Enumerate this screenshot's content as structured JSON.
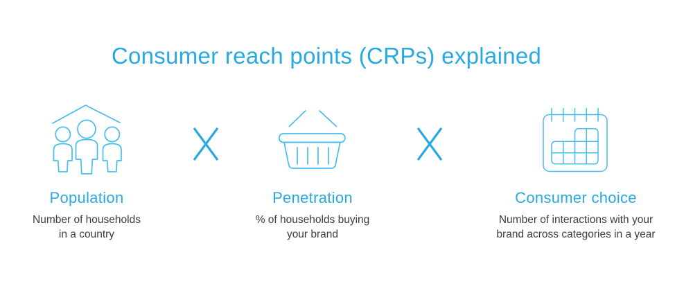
{
  "title": "Consumer reach points (CRPs) explained",
  "operator_symbol": "X",
  "colors": {
    "background": "#ffffff",
    "accent": "#29a9e1",
    "icon_stroke": "#45bcee",
    "text": "#3c3c3b"
  },
  "factors": [
    {
      "icon": "household-population-icon",
      "label": "Population",
      "description": "Number of households\nin a country"
    },
    {
      "icon": "shopping-basket-icon",
      "label": "Penetration",
      "description": "% of households buying\nyour brand"
    },
    {
      "icon": "calendar-grid-icon",
      "label": "Consumer choice",
      "description": "Number of interactions with your\nbrand across categories in a year"
    }
  ]
}
